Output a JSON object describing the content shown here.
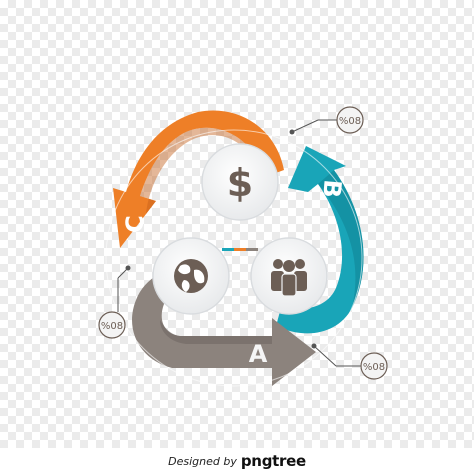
{
  "diagram": {
    "segments": [
      {
        "id": "A",
        "letter": "A",
        "color": "#8c837d",
        "icon": "globe-icon",
        "tag_text": "%08"
      },
      {
        "id": "B",
        "letter": "B",
        "color": "#19a5b8",
        "icon": "people-icon",
        "tag_text": "%08"
      },
      {
        "id": "C",
        "letter": "C",
        "color": "#ee7f27",
        "icon": "dollar-icon",
        "tag_text": "%08"
      }
    ],
    "center_accent_colors": [
      "#19a5b8",
      "#ee7f27",
      "#8c837d"
    ],
    "tag_color": "#6c5e55"
  },
  "icons": {
    "dollar_symbol": "$"
  },
  "footer": {
    "credit": "Designed by",
    "brand": "pngtree"
  }
}
